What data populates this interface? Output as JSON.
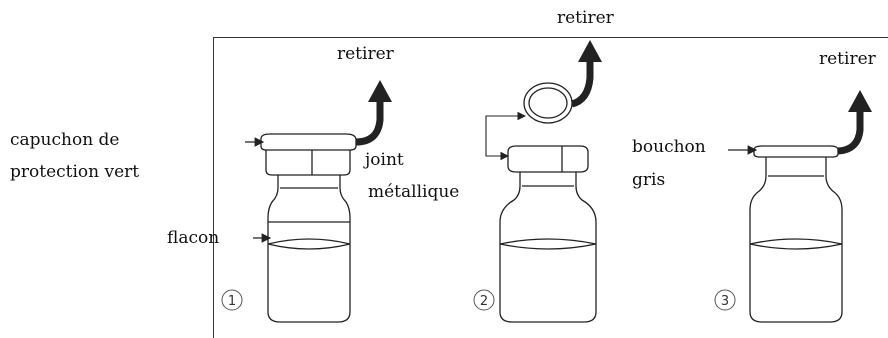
{
  "labels": {
    "retirer_1": "retirer",
    "retirer_2": "retirer",
    "retirer_3": "retirer",
    "capuchon_line1": "capuchon de",
    "capuchon_line2": "protection vert",
    "joint_line1": "joint",
    "joint_line2": "métallique",
    "flacon": "flacon",
    "bouchon_line1": "bouchon",
    "bouchon_line2": "gris"
  },
  "steps": [
    "1",
    "2",
    "3"
  ],
  "colors": {
    "line": "#222222",
    "liquid_line": "#222222"
  }
}
